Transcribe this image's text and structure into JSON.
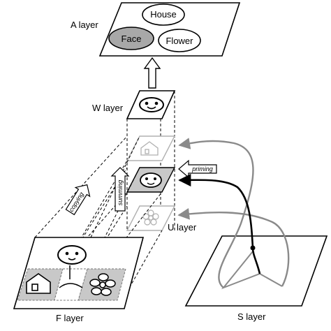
{
  "layers": {
    "a": "A layer",
    "w": "W layer",
    "u": "U layer",
    "f": "F layer",
    "s": "S layer"
  },
  "categories": {
    "house": "House",
    "face": "Face",
    "flower": "Flower"
  },
  "arrows": {
    "copying": "copying",
    "summing": "summing",
    "priming": "priming"
  },
  "colors": {
    "face_fill": "#a8a8a8",
    "tile_fill": "#c8c8c8",
    "gray_path": "#8a8a8a",
    "black_path": "#000000"
  },
  "icons": [
    "face-icon",
    "house-icon",
    "flower-icon"
  ]
}
